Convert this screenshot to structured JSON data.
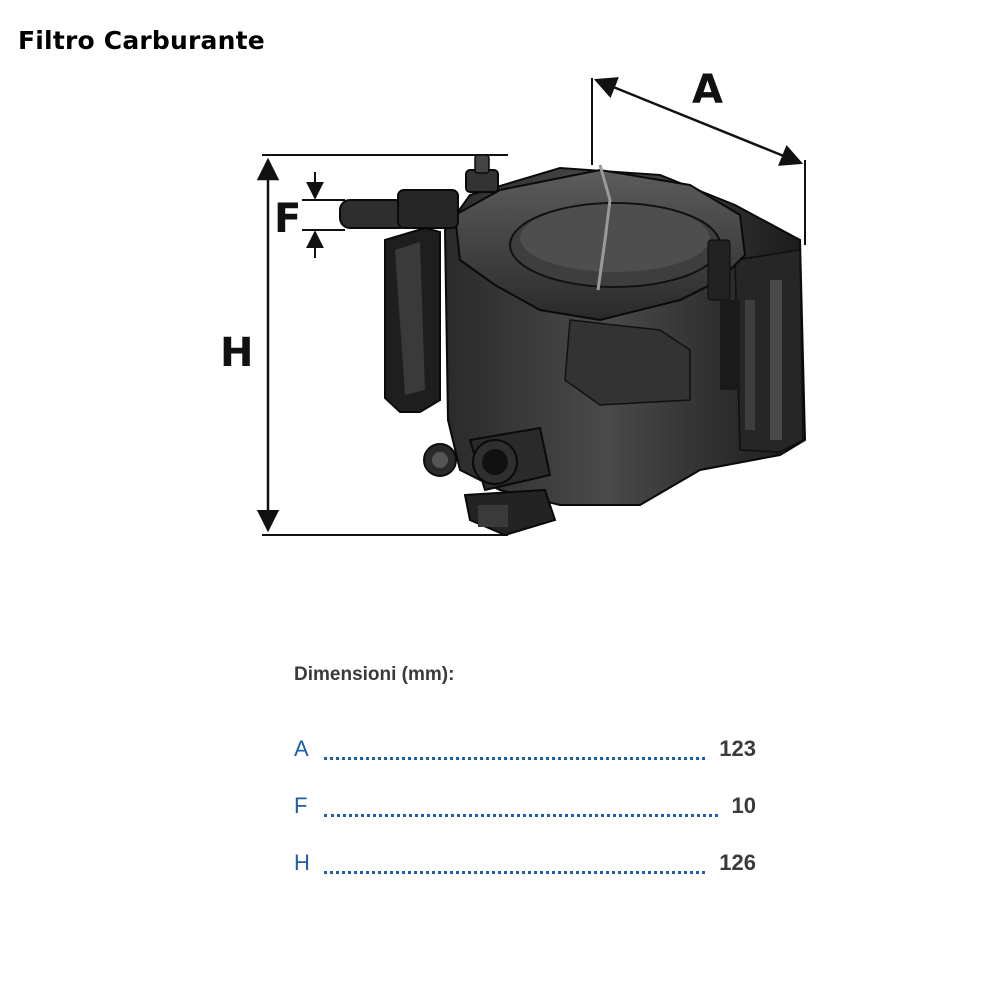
{
  "page": {
    "title": "Filtro Carburante"
  },
  "figure": {
    "dimension_labels": {
      "a": "A",
      "f": "F",
      "h": "H"
    },
    "part_colors": {
      "body_dark": "#1c1c1c",
      "body_mid": "#3a3a3a",
      "body_light": "#5a5a5a",
      "dimension_lines": "#111111"
    }
  },
  "dimensions": {
    "heading": "Dimensioni (mm):",
    "accent_color": "#1f5fa8",
    "rows": [
      {
        "key": "A",
        "value": "123"
      },
      {
        "key": "F",
        "value": "10"
      },
      {
        "key": "H",
        "value": "126"
      }
    ]
  }
}
